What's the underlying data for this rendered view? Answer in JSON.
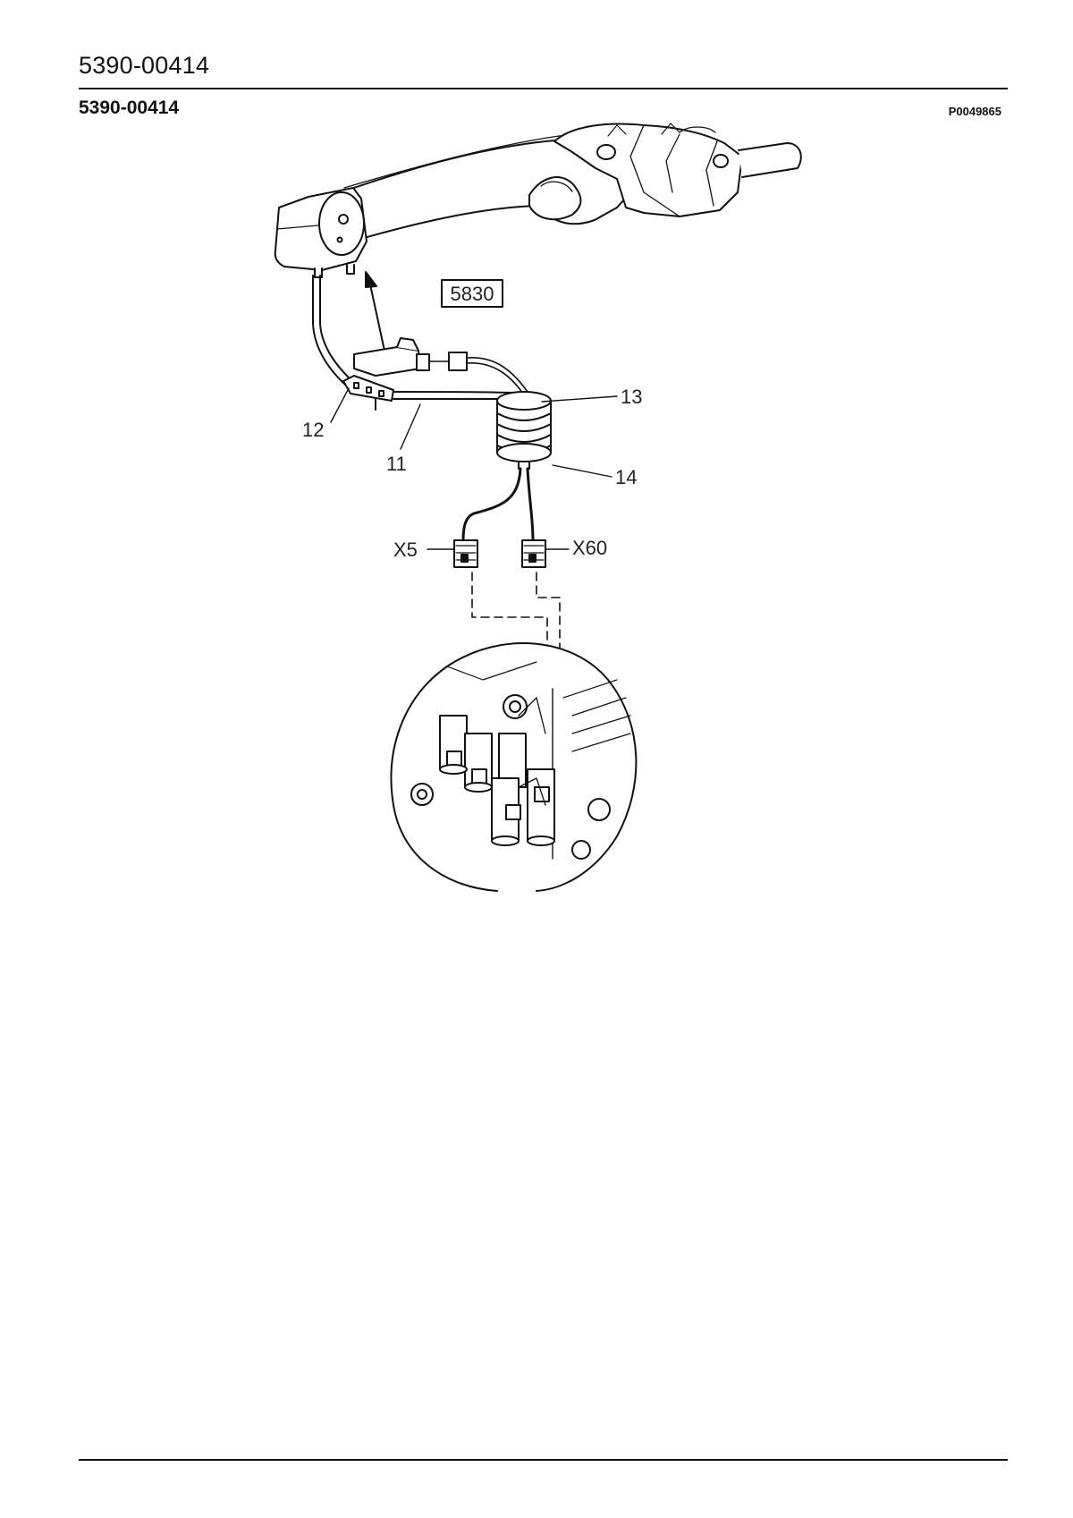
{
  "header": {
    "part_number": "5390-00414"
  },
  "section": {
    "title": "5390-00414",
    "drawing_ref": "P0049865"
  },
  "figure": {
    "callouts": {
      "c11": "11",
      "c12": "12",
      "c13": "13",
      "c14": "14"
    },
    "reference_box": "5830",
    "connectors": {
      "x5": "X5",
      "x60": "X60"
    }
  }
}
